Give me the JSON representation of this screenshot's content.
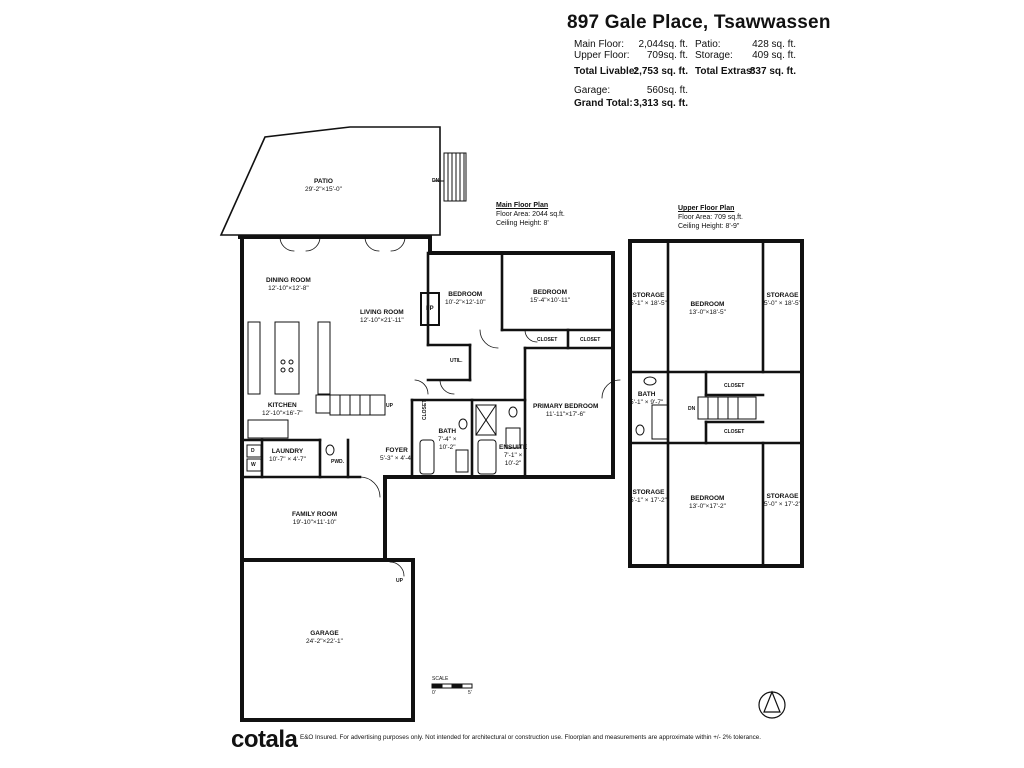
{
  "title": "897 Gale Place, Tsawwassen",
  "summary": {
    "main_floor_label": "Main Floor:",
    "main_floor_value": "2,044sq. ft.",
    "upper_floor_label": "Upper Floor:",
    "upper_floor_value": "709sq. ft.",
    "total_livable_label": "Total Livable:",
    "total_livable_value": "2,753 sq. ft.",
    "garage_label": "Garage:",
    "garage_value": "560sq. ft.",
    "grand_total_label": "Grand Total:",
    "grand_total_value": "3,313 sq. ft.",
    "patio_label": "Patio:",
    "patio_value": "428 sq. ft.",
    "storage_label": "Storage:",
    "storage_value": "409 sq. ft.",
    "total_extras_label": "Total Extras:",
    "total_extras_value": "837 sq. ft."
  },
  "main_plan": {
    "heading": "Main Floor Plan",
    "area": "Floor Area: 2044 sq.ft.",
    "ceiling": "Ceiling Height: 8'"
  },
  "upper_plan": {
    "heading": "Upper Floor Plan",
    "area": "Floor Area: 709 sq.ft.",
    "ceiling": "Ceiling Height: 8'-9\""
  },
  "rooms": {
    "patio": {
      "name": "PATIO",
      "dims": "29'-2\"×15'-0\""
    },
    "dining": {
      "name": "DINING ROOM",
      "dims": "12'-10\"×12'-8\""
    },
    "living": {
      "name": "LIVING ROOM",
      "dims": "12'-10\"×21'-11\""
    },
    "bedroom_a": {
      "name": "BEDROOM",
      "dims": "10'-2\"×12'-10\""
    },
    "bedroom_b": {
      "name": "BEDROOM",
      "dims": "15'-4\"×10'-11\""
    },
    "primary": {
      "name": "PRIMARY BEDROOM",
      "dims": "11'-11\"×17'-6\""
    },
    "kitchen": {
      "name": "KITCHEN",
      "dims": "12'-10\"×16'-7\""
    },
    "laundry": {
      "name": "LAUNDRY",
      "dims": "10'-7\" × 4'-7\""
    },
    "bath": {
      "name": "BATH",
      "dims": "7'-4\" ×\n10'-2\""
    },
    "ensuite": {
      "name": "ENSUITE",
      "dims": "7'-1\" ×\n10'-2\""
    },
    "foyer": {
      "name": "FOYER",
      "dims": "5'-3\" × 4'-4\""
    },
    "family": {
      "name": "FAMILY ROOM",
      "dims": "19'-10\"×11'-10\""
    },
    "garage": {
      "name": "GARAGE",
      "dims": "24'-2\"×22'-1\""
    },
    "up_storage_tl": {
      "name": "STORAGE",
      "dims": "5'-1\" × 18'-5\""
    },
    "up_bedroom_t": {
      "name": "BEDROOM",
      "dims": "13'-0\"×18'-5\""
    },
    "up_storage_tr": {
      "name": "STORAGE",
      "dims": "5'-0\" × 18'-5\""
    },
    "up_bath": {
      "name": "BATH",
      "dims": "5'-1\" × 9'-7\""
    },
    "up_storage_bl": {
      "name": "STORAGE",
      "dims": "5'-1\" × 17'-2\""
    },
    "up_bedroom_b": {
      "name": "BEDROOM",
      "dims": "13'-0\"×17'-2\""
    },
    "up_storage_br": {
      "name": "STORAGE",
      "dims": "5'-0\" × 17'-2\""
    }
  },
  "small_labels": {
    "fp": "FP",
    "util": "UTIL.",
    "closet": "CLOSET",
    "pwd": "PWD.",
    "dn": "DN",
    "up": "UP",
    "d": "D",
    "w": "W"
  },
  "scale": {
    "label": "SCALE",
    "zero": "0'",
    "five": "5'"
  },
  "footer": {
    "logo": "cotala",
    "disclaimer": "E&O Insured. For advertising purposes only. Not intended for architectural or construction use. Floorplan and measurements are approximate within +/- 2% tolerance."
  }
}
